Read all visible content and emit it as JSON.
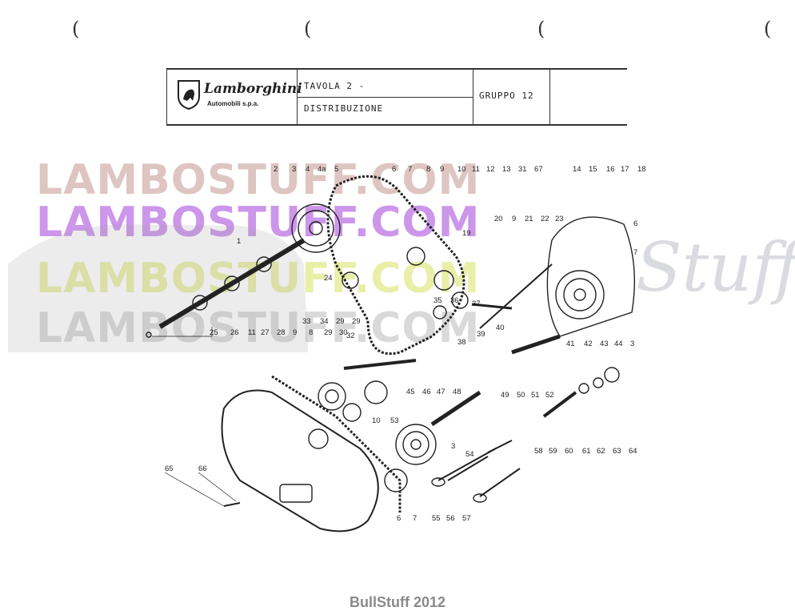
{
  "header": {
    "brand": "Lamborghini",
    "brand_sub": "Automobili s.p.a.",
    "tavola": "TAVOLA 2 -",
    "subtitle": "DISTRIBUZIONE",
    "gruppo": "GRUPPO 12"
  },
  "watermarks": {
    "lambostuff_1": "LAMBOSTUFF.COM",
    "lambostuff_2": "LAMBOSTUFF.COM",
    "lambostuff_3": "LAMBOSTUFF.COM",
    "lambostuff_4": "LAMBOSTUFF.COM",
    "stuff": "Stuff"
  },
  "part_numbers": [
    "2",
    "3",
    "4",
    "4a",
    "5",
    "6",
    "7",
    "8",
    "9",
    "10",
    "11",
    "12",
    "13",
    "31",
    "67",
    "14",
    "15",
    "16",
    "17",
    "18",
    "19",
    "20",
    "9",
    "21",
    "22",
    "23",
    "6",
    "7",
    "1",
    "24",
    "33",
    "34",
    "29",
    "29",
    "35",
    "36",
    "37",
    "38",
    "39",
    "40",
    "41",
    "42",
    "43",
    "44",
    "3",
    "25",
    "26",
    "11",
    "27",
    "28",
    "9",
    "8",
    "29",
    "30",
    "32",
    "45",
    "46",
    "47",
    "48",
    "49",
    "50",
    "51",
    "52",
    "10",
    "53",
    "3",
    "54",
    "58",
    "59",
    "60",
    "61",
    "62",
    "63",
    "64",
    "6",
    "7",
    "55",
    "56",
    "57",
    "65",
    "66"
  ],
  "footer": "BullStuff 2012"
}
